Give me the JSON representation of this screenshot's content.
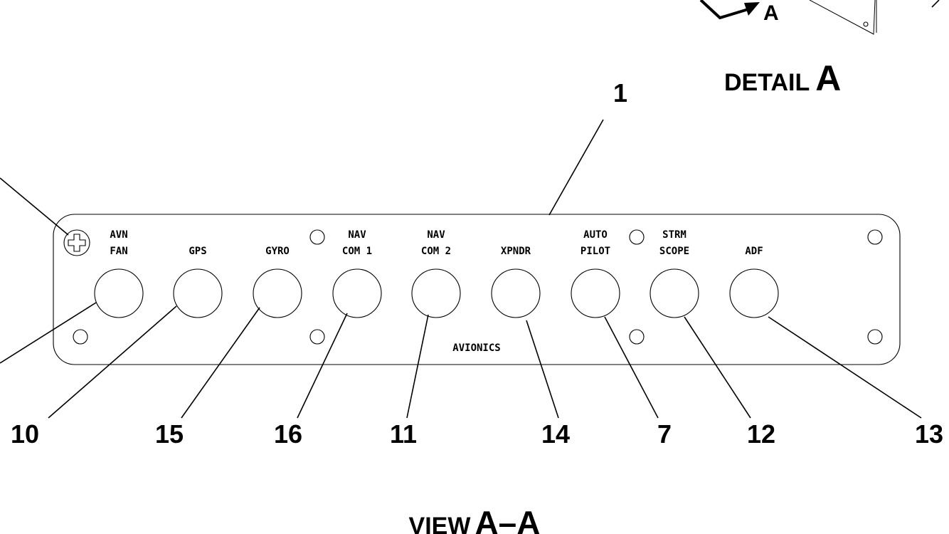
{
  "detail": {
    "word": "DETAIL",
    "letter": "A",
    "arrow_letter": "A"
  },
  "view": {
    "word": "VIEW",
    "letters": "A–A"
  },
  "panel": {
    "name_label": "AVIONICS",
    "switches": [
      {
        "line1": "AVN",
        "line2": "FAN"
      },
      {
        "line1": "",
        "line2": "GPS"
      },
      {
        "line1": "",
        "line2": "GYRO"
      },
      {
        "line1": "NAV",
        "line2": "COM 1"
      },
      {
        "line1": "NAV",
        "line2": "COM 2"
      },
      {
        "line1": "",
        "line2": "XPNDR"
      },
      {
        "line1": "AUTO",
        "line2": "PILOT"
      },
      {
        "line1": "STRM",
        "line2": "SCOPE"
      },
      {
        "line1": "",
        "line2": "ADF"
      }
    ]
  },
  "callouts": [
    "1",
    "10",
    "15",
    "16",
    "11",
    "14",
    "7",
    "12",
    "13"
  ]
}
